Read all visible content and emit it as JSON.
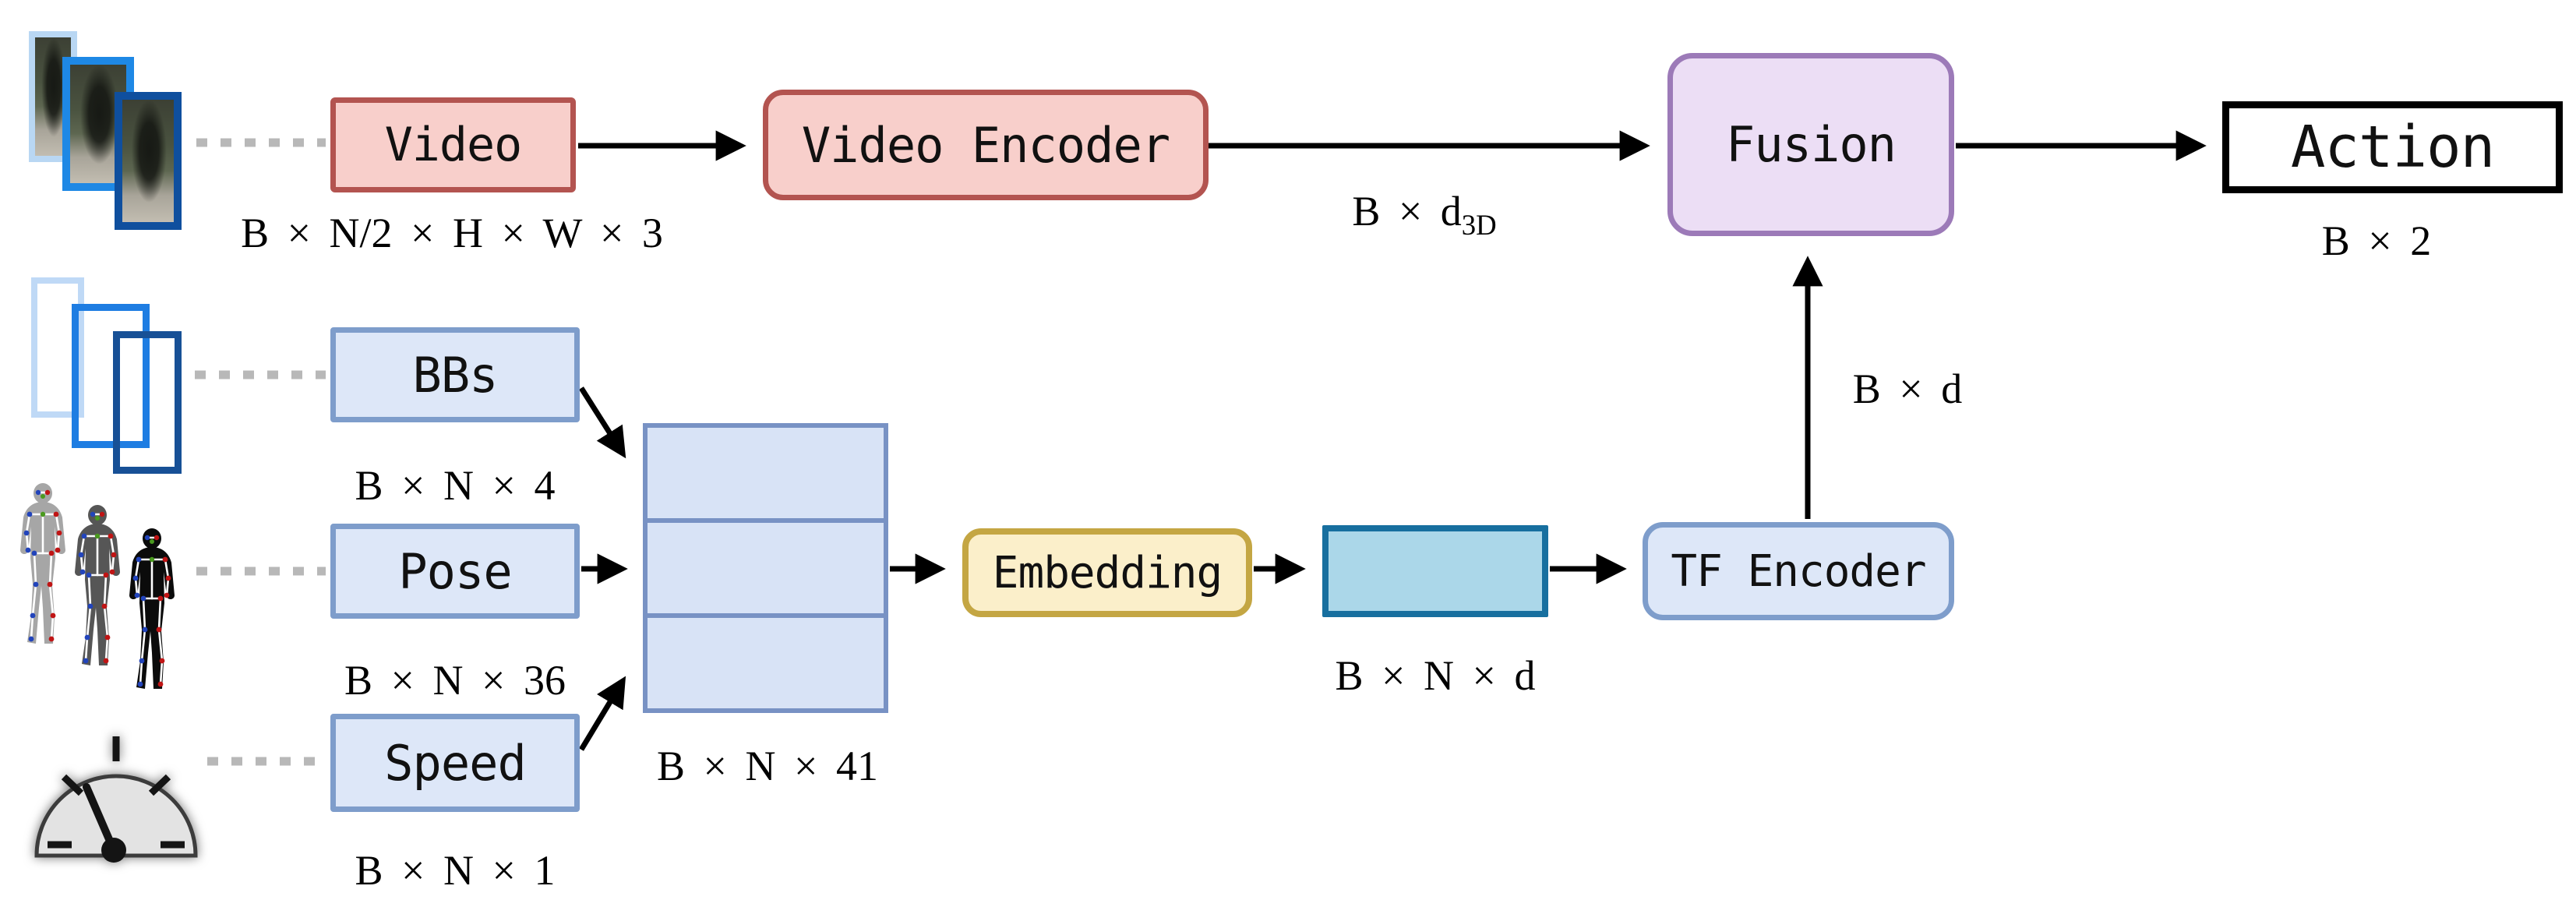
{
  "nodes": {
    "video": {
      "label": "Video"
    },
    "video_encoder": {
      "label": "Video Encoder"
    },
    "fusion": {
      "label": "Fusion"
    },
    "action": {
      "label": "Action"
    },
    "bbs": {
      "label": "BBs"
    },
    "pose": {
      "label": "Pose"
    },
    "speed": {
      "label": "Speed"
    },
    "embedding": {
      "label": "Embedding"
    },
    "tf_encoder": {
      "label": "TF Encoder"
    }
  },
  "dims": {
    "video_input": "B × N/2 × H × W × 3",
    "video_feature_base": "B × d",
    "video_feature_sub": "3D",
    "action_output": "B × 2",
    "bbs_input": "B × N × 4",
    "pose_input": "B × N × 36",
    "speed_input": "B × N × 1",
    "concat_output": "B × N × 41",
    "embedding_output": "B × N × d",
    "tf_output": "B × d"
  },
  "icons": {
    "video_frames": "video-frames-icon",
    "bounding_boxes": "bounding-boxes-icon",
    "pose_skeletons": "pose-skeletons-icon",
    "speedometer": "speedometer-icon"
  },
  "colors": {
    "video_fill": "#f8cfcb",
    "video_border": "#b35450",
    "fusion_fill": "#ecdef5",
    "fusion_border": "#9c7ab8",
    "input_fill": "#dde7f8",
    "input_border": "#7e9dcb",
    "concat_fill": "#d8e3f6",
    "concat_border": "#7892c4",
    "embedding_fill": "#fbefca",
    "embedding_border": "#c4a643",
    "feature_fill": "#abd7e9",
    "feature_border": "#176f9f",
    "action_fill": "#ffffff",
    "action_border": "#000000",
    "frame1_border": "#b9d7f3",
    "frame2_border": "#1e88e5",
    "frame3_border": "#0f4f9e",
    "bb1_border": "#bfd9f6",
    "bb2_border": "#1e7de2",
    "bb3_border": "#175096",
    "arrow": "#000000",
    "dotted": "#b8b8b8"
  }
}
